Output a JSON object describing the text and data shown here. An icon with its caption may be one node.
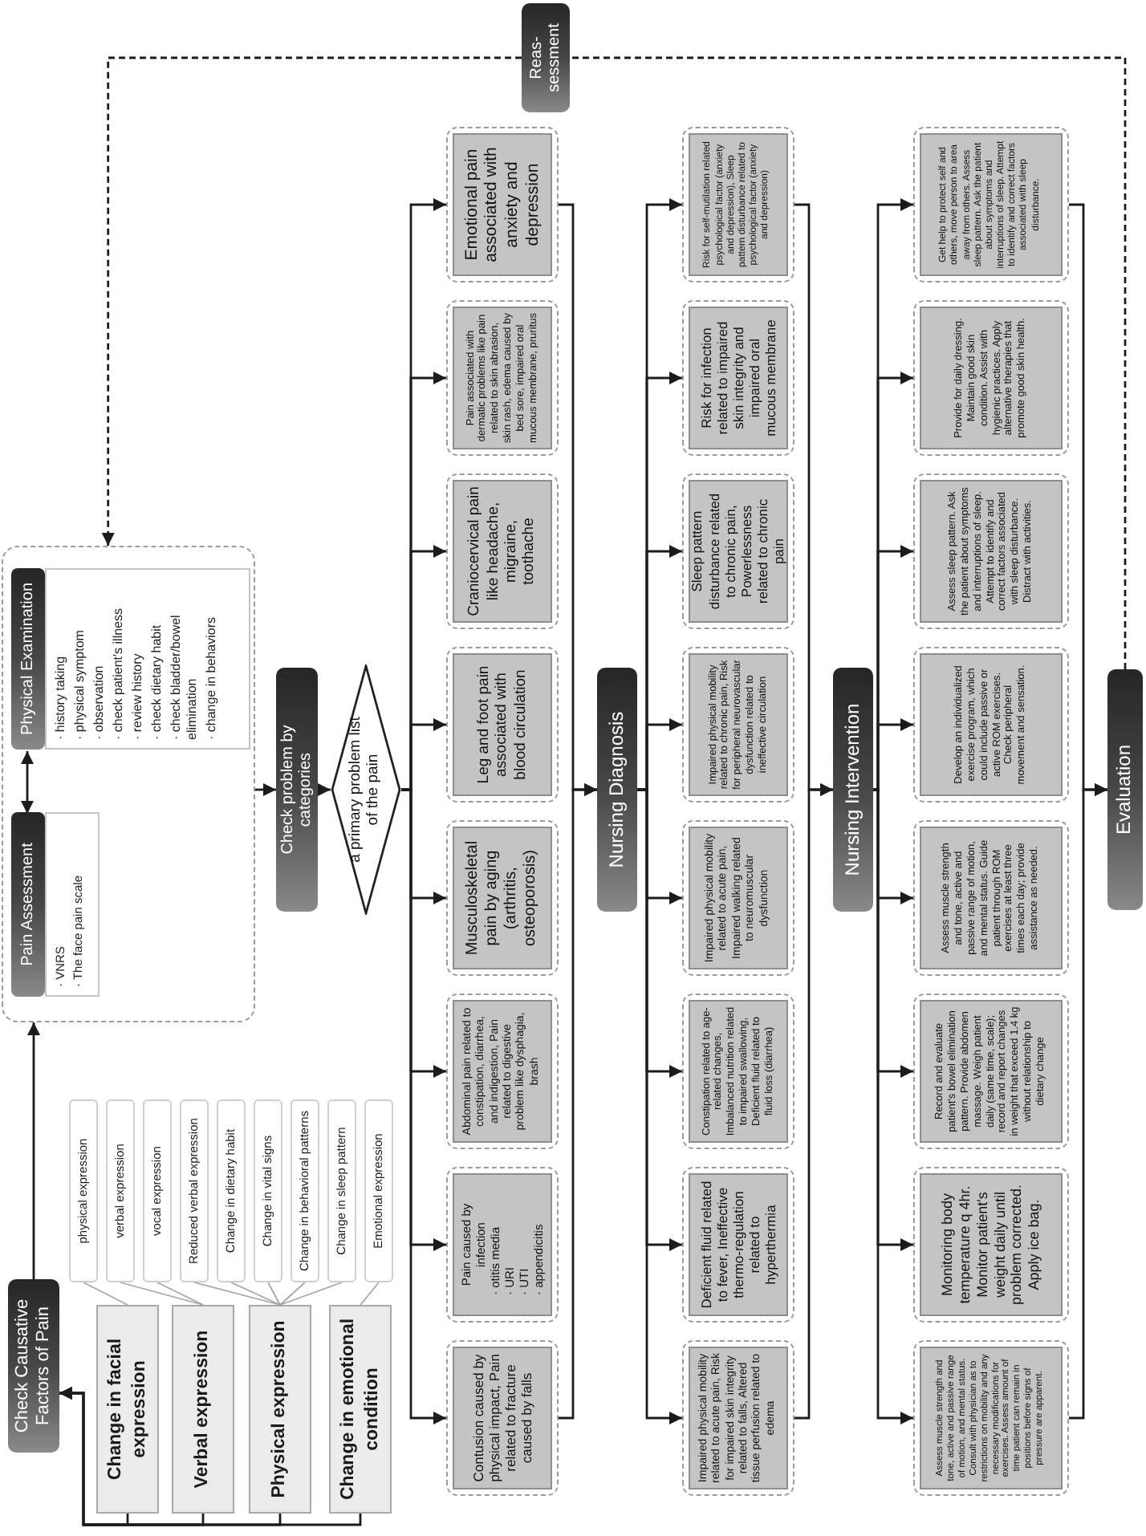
{
  "diagram": {
    "nodes": [
      {
        "text": [
          "Check Causative Factors of Pain"
        ]
      },
      {
        "text": [
          "Change in facial expression"
        ]
      },
      {
        "text": [
          "Verbal expression"
        ]
      },
      {
        "text": [
          "Physical expression"
        ]
      },
      {
        "text": [
          "Change in emotional condition"
        ]
      },
      {
        "text": [
          "physical expression"
        ]
      },
      {
        "text": [
          "verbal expression"
        ]
      },
      {
        "text": [
          "vocal expression"
        ]
      },
      {
        "text": [
          "Reduced verbal expression"
        ]
      },
      {
        "text": [
          "Change in dietary habit"
        ]
      },
      {
        "text": [
          "Change in vital signs"
        ]
      },
      {
        "text": [
          "Change in behavioral patterns"
        ]
      },
      {
        "text": [
          "Change in sleep pattern"
        ]
      },
      {
        "text": [
          "Emotional expression"
        ]
      },
      {
        "text": [],
        "shape": "box"
      },
      {
        "text": [
          "Pain Assessment",
          "· VNRS",
          "· The face pain scale"
        ],
        "in": 14
      },
      {
        "text": [
          "Physical Examination",
          "· history taking",
          "· physical symptom",
          "· observation",
          "· check patient's illness",
          "· review history",
          "· check dietary habit",
          "· check bladder/bowel elimination",
          "· change in behaviors"
        ],
        "in": 14
      },
      {
        "text": [
          "Check problem by categories"
        ]
      },
      {
        "text": [
          "a primary problem list of the pain"
        ]
      },
      {
        "text": [
          "Contusion caused by physical impact, Pain related to fracture caused by falls"
        ]
      },
      {
        "text": [
          "Pain caused by infection",
          "· otitis media",
          "· URI",
          "· UTI",
          "· appendicitis"
        ]
      },
      {
        "text": [
          "Abdominal pain related to constipation, diarrhea, and indigestion, Pain related to digestive problem like dysphagia, brash"
        ]
      },
      {
        "text": [
          "Musculoskeletal pain by aging (arthritis, osteoporosis)"
        ]
      },
      {
        "text": [
          "Leg and foot pain associated with blood circulation"
        ]
      },
      {
        "text": [
          "Craniocervical pain like headache, migraine, toothache"
        ]
      },
      {
        "text": [
          "Pain associated with dermatic problems like pain related to skin abrasion, skin rash, edema caused by bed sore, impaired oral mucous membrane, pruritus"
        ]
      },
      {
        "text": [
          "Emotional pain associated with anxiety and depression"
        ]
      },
      {
        "text": [
          "Nursing Diagnosis"
        ]
      },
      {
        "text": [
          "Impaired physical mobility related to acute pain, Risk for impaired skin integrity related to falls, Altered tissue perfusion related to edema"
        ]
      },
      {
        "text": [
          "Deficient fluid related to fever, Ineffective thermo-regulation related to hyperthermia"
        ]
      },
      {
        "text": [
          "Constipation related to age-related changes, Imbalanced nutrition related to impaired swallowing, Deficient fluid related to fluid loss (diarrhea)"
        ]
      },
      {
        "text": [
          "Impaired physical mobility related to acute pain, Impaired walking related to neuromuscular dysfunction"
        ]
      },
      {
        "text": [
          "Impaired physical mobility related to chronic pain, Risk for peripheral neurovascular dysfunction related to ineffective circulation"
        ]
      },
      {
        "text": [
          "Sleep pattern disturbance related to chronic pain, Powerlessness related to chronic pain"
        ]
      },
      {
        "text": [
          "Risk for infection related to impaired skin integrity and impaired oral mucous membrane"
        ]
      },
      {
        "text": [
          "Risk for self-mutilation related psychological factor (anxiety and depression), Sleep pattern disturbance related to psychological factor (anxiety and depression)"
        ]
      },
      {
        "text": [
          "Nursing Intervention"
        ]
      },
      {
        "text": [
          "Assess muscle strength and tone, active and passive range of motion, and mental status. Consult with physician as to restrictions on mobility and any necessary modifications for exercises. Assess amount of time patient can remain in positions before signs of pressure are apparent."
        ]
      },
      {
        "text": [
          "Monitoring body temperature q 4hr. Monitor patient's weight daily until problem corrected. Apply ice bag."
        ]
      },
      {
        "text": [
          "Record and evaluate patient's bowel elimination pattern. Provide abdomen massage. Weigh patient daily (same time, scale); record and report changes in weight that exceed 1.4 kg without relationship to dietary change"
        ]
      },
      {
        "text": [
          "Assess muscle strength and tone, active and passive range of motion, and mental status. Guide patient through ROM exercises at least three times each day; provide assistance as needed."
        ]
      },
      {
        "text": [
          "Develop an individualized exercise program, which could include passive or active ROM exercises. Check peripheral movement and sensation."
        ]
      },
      {
        "text": [
          "Assess sleep pattern. Ask the patient about symptoms and interruptions of sleep. Attempt to identify and correct factors associated with sleep disturbance. Distract with activities."
        ]
      },
      {
        "text": [
          "Provide for daily dressing. Maintain good skin condition. Assist with hygienic practices. Apply alternative therapies that promote good skin health."
        ]
      },
      {
        "text": [
          "Get help to protect self and others, move person to area away from others. Assess sleep pattern. Ask the patient about symptoms and interruptions of sleep. Attempt to identify and correct factors associated with sleep disturbance."
        ]
      },
      {
        "text": [
          "Evaluation"
        ]
      },
      {
        "text": [
          "Reas- sessment"
        ]
      }
    ],
    "edges": [
      {
        "from": 1,
        "to": 0,
        "arrow": "to"
      },
      {
        "from": 2,
        "to": 0,
        "arrow": "to"
      },
      {
        "from": 3,
        "to": 0,
        "arrow": "to"
      },
      {
        "from": 4,
        "to": 0,
        "arrow": "to"
      },
      {
        "from": 1,
        "to": 5,
        "arrow": "none",
        "color": "#a6a6a6"
      },
      {
        "from": 2,
        "to": 6,
        "arrow": "none",
        "color": "#a6a6a6"
      },
      {
        "from": 2,
        "to": 7,
        "arrow": "none",
        "color": "#a6a6a6"
      },
      {
        "from": 3,
        "to": 8,
        "arrow": "none",
        "color": "#a6a6a6"
      },
      {
        "from": 3,
        "to": 9,
        "arrow": "none",
        "color": "#a6a6a6"
      },
      {
        "from": 3,
        "to": 10,
        "arrow": "none",
        "color": "#a6a6a6"
      },
      {
        "from": 3,
        "to": 11,
        "arrow": "none",
        "color": "#a6a6a6"
      },
      {
        "from": 3,
        "to": 12,
        "arrow": "none",
        "color": "#a6a6a6"
      },
      {
        "from": 4,
        "to": 13,
        "arrow": "none",
        "color": "#a6a6a6"
      },
      {
        "from": 0,
        "to": 14,
        "arrow": "to"
      },
      {
        "from": 15,
        "to": 16,
        "arrow": "both"
      },
      {
        "from": 14,
        "to": 17,
        "arrow": "to"
      },
      {
        "from": 17,
        "to": 18,
        "arrow": "to"
      },
      {
        "from": 18,
        "to": 19,
        "arrow": "to"
      },
      {
        "from": 18,
        "to": 20,
        "arrow": "to"
      },
      {
        "from": 18,
        "to": 21,
        "arrow": "to"
      },
      {
        "from": 18,
        "to": 22,
        "arrow": "to"
      },
      {
        "from": 18,
        "to": 23,
        "arrow": "to"
      },
      {
        "from": 18,
        "to": 24,
        "arrow": "to"
      },
      {
        "from": 18,
        "to": 25,
        "arrow": "to"
      },
      {
        "from": 18,
        "to": 26,
        "arrow": "to"
      },
      {
        "from": 19,
        "to": 27,
        "arrow": "to"
      },
      {
        "from": 26,
        "to": 27,
        "arrow": "to"
      },
      {
        "from": 27,
        "to": 28,
        "arrow": "to"
      },
      {
        "from": 27,
        "to": 29,
        "arrow": "to"
      },
      {
        "from": 27,
        "to": 30,
        "arrow": "to"
      },
      {
        "from": 27,
        "to": 31,
        "arrow": "to"
      },
      {
        "from": 27,
        "to": 32,
        "arrow": "to"
      },
      {
        "from": 27,
        "to": 33,
        "arrow": "to"
      },
      {
        "from": 27,
        "to": 34,
        "arrow": "to"
      },
      {
        "from": 27,
        "to": 35,
        "arrow": "to"
      },
      {
        "from": 28,
        "to": 36,
        "arrow": "to"
      },
      {
        "from": 35,
        "to": 36,
        "arrow": "to"
      },
      {
        "from": 36,
        "to": 37,
        "arrow": "to"
      },
      {
        "from": 36,
        "to": 38,
        "arrow": "to"
      },
      {
        "from": 36,
        "to": 39,
        "arrow": "to"
      },
      {
        "from": 36,
        "to": 40,
        "arrow": "to"
      },
      {
        "from": 36,
        "to": 41,
        "arrow": "to"
      },
      {
        "from": 36,
        "to": 42,
        "arrow": "to"
      },
      {
        "from": 36,
        "to": 43,
        "arrow": "to"
      },
      {
        "from": 36,
        "to": 44,
        "arrow": "to"
      },
      {
        "from": 37,
        "to": 45,
        "arrow": "to"
      },
      {
        "from": 44,
        "to": 45,
        "arrow": "to"
      },
      {
        "from": 45,
        "to": 46,
        "arrow": "none",
        "style": "dashed"
      },
      {
        "from": 46,
        "to": 14,
        "arrow": "to",
        "style": "dashed"
      }
    ]
  }
}
